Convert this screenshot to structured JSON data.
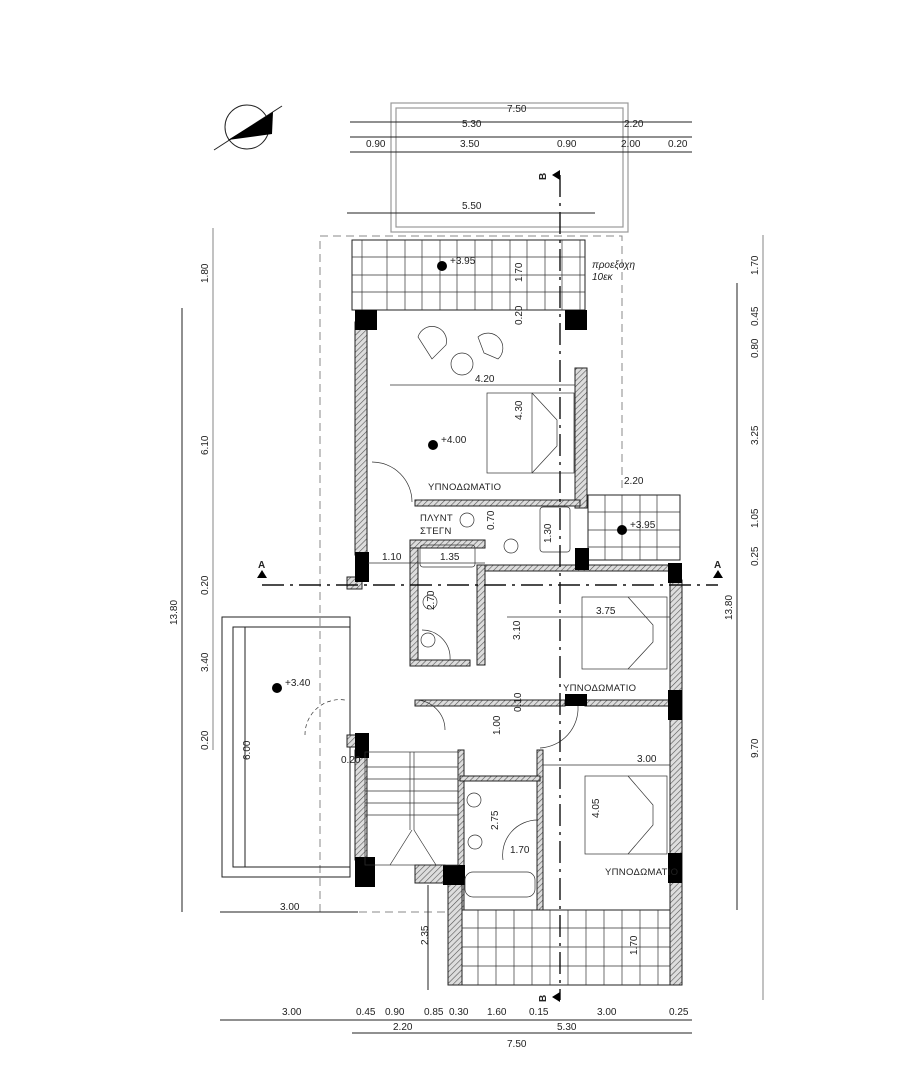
{
  "drawing": {
    "rooms": {
      "bedroom_top": "ΥΠΝΟΔΩΜΑΤΙΟ",
      "bedroom_middle": "ΥΠΝΟΔΩΜΑΤΙΟ",
      "bedroom_bottom": "ΥΠΝΟΔΩΜΑΤΙΟ",
      "laundry_line1": "ΠΛΥΝΤ",
      "laundry_line2": "ΣΤΕΓΝ"
    },
    "note": {
      "line1": "προεξοχη",
      "line2": "10εκ"
    },
    "levels": {
      "top_balcony": "+3.95",
      "bedroom_top": "+4.00",
      "side_balcony": "+3.95",
      "terrace": "+3.40"
    },
    "section_marks": {
      "a": "A",
      "b": "B"
    },
    "dims": {
      "top": {
        "total": "7.50",
        "row2": [
          "5.30",
          "2.20"
        ],
        "row3": [
          "0.90",
          "3.50",
          "0.90",
          "2.00",
          "0.20"
        ],
        "roof": "5.50"
      },
      "bottom": {
        "row1": [
          "3.00",
          "0.45",
          "0.90",
          "0.85",
          "0.30",
          "1.60",
          "0.15",
          "3.00",
          "0.25"
        ],
        "row2": [
          "2.20",
          "5.30"
        ],
        "total": "7.50"
      },
      "left": {
        "chain": [
          "1.80",
          "6.10",
          "0.20",
          "3.40",
          "0.20"
        ],
        "total": "13.80",
        "terrace_height": "6.00",
        "terrace_width": "3.00"
      },
      "right": {
        "chain": [
          "1.70",
          "0.45",
          "0.80",
          "3.25",
          "1.05",
          "0.25",
          "9.70"
        ],
        "total": "13.80"
      },
      "interior": {
        "balcony_depth_top": "1.70",
        "opening_top": "0.20",
        "bedroom_top_width": "4.20",
        "bedroom_top_depth": "4.30",
        "side_balcony_width": "2.20",
        "laundry_depth": "0.70",
        "wardrobe_depth": "1.30",
        "hall_width": "1.10",
        "bath_width": "1.35",
        "bath_length": "2.70",
        "bedroom_mid_depth": "3.10",
        "bedroom_mid_width": "3.75",
        "wall_gap": "0.10",
        "corridor": "1.00",
        "stair_wall": "0.20",
        "bedroom_bot_width": "3.00",
        "bedroom_bot_depth": "4.05",
        "bath2_length": "2.75",
        "bath2_width": "1.70",
        "stair_balcony": "2.35",
        "balcony_depth_bottom": "1.70"
      }
    }
  }
}
